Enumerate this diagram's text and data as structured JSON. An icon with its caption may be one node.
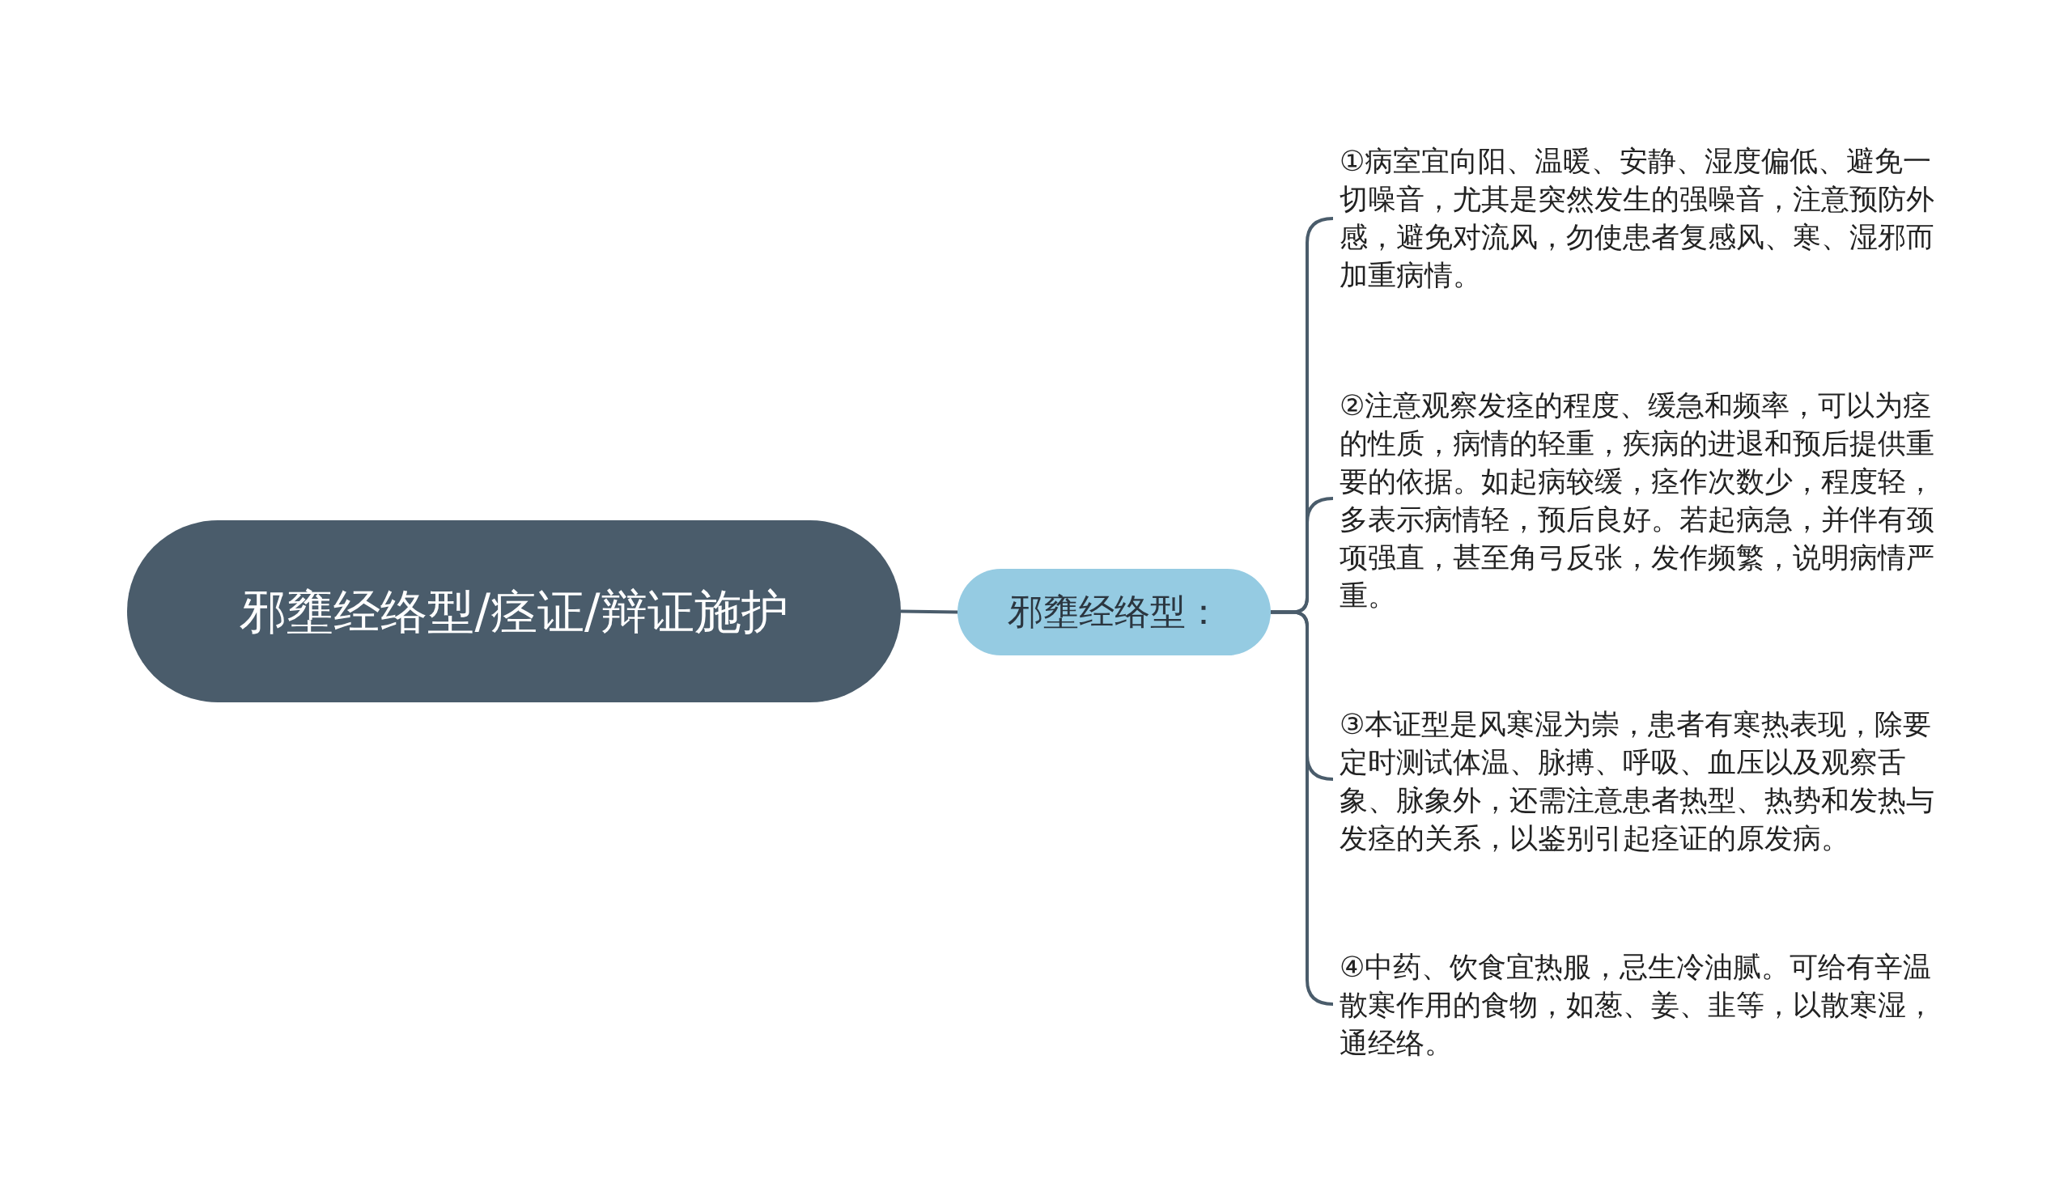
{
  "diagram": {
    "nodes": [
      {
        "text": [
          "邪壅经络型/痉证/辩证施护"
        ]
      },
      {
        "text": [
          "邪壅经络型："
        ]
      },
      {
        "text": [
          "①病室宜向阳、温暖、安静、湿度偏低、避免一切噪音，尤其是突然发生的强噪音，注意预防外感，避免对流风，勿使患者复感风、寒、湿邪而加重病情。"
        ]
      },
      {
        "text": [
          "②注意观察发痉的程度、缓急和频率，可以为痉的性质，病情的轻重，疾病的进退和预后提供重要的依据。如起病较缓，痉作次数少，程度轻，多表示病情轻，预后良好。若起病急，并伴有颈项强直，甚至角弓反张，发作频繁，说明病情严重。"
        ]
      },
      {
        "text": [
          "③本证型是风寒湿为崇，患者有寒热表现，除要定时测试体温、脉搏、呼吸、血压以及观察舌象、脉象外，还需注意患者热型、热势和发热与发痉的关系，以鉴别引起痉证的原发病。"
        ]
      },
      {
        "text": [
          "④中药、饮食宜热服，忌生冷油腻。可给有辛温散寒作用的食物，如葱、姜、韭等，以散寒湿，通经络。"
        ]
      }
    ],
    "edges": [
      {
        "from": 0,
        "to": 1,
        "arrow": "none"
      },
      {
        "from": 1,
        "to": 2,
        "arrow": "none"
      },
      {
        "from": 1,
        "to": 3,
        "arrow": "none"
      },
      {
        "from": 1,
        "to": 4,
        "arrow": "none"
      },
      {
        "from": 1,
        "to": 5,
        "arrow": "none"
      }
    ]
  }
}
